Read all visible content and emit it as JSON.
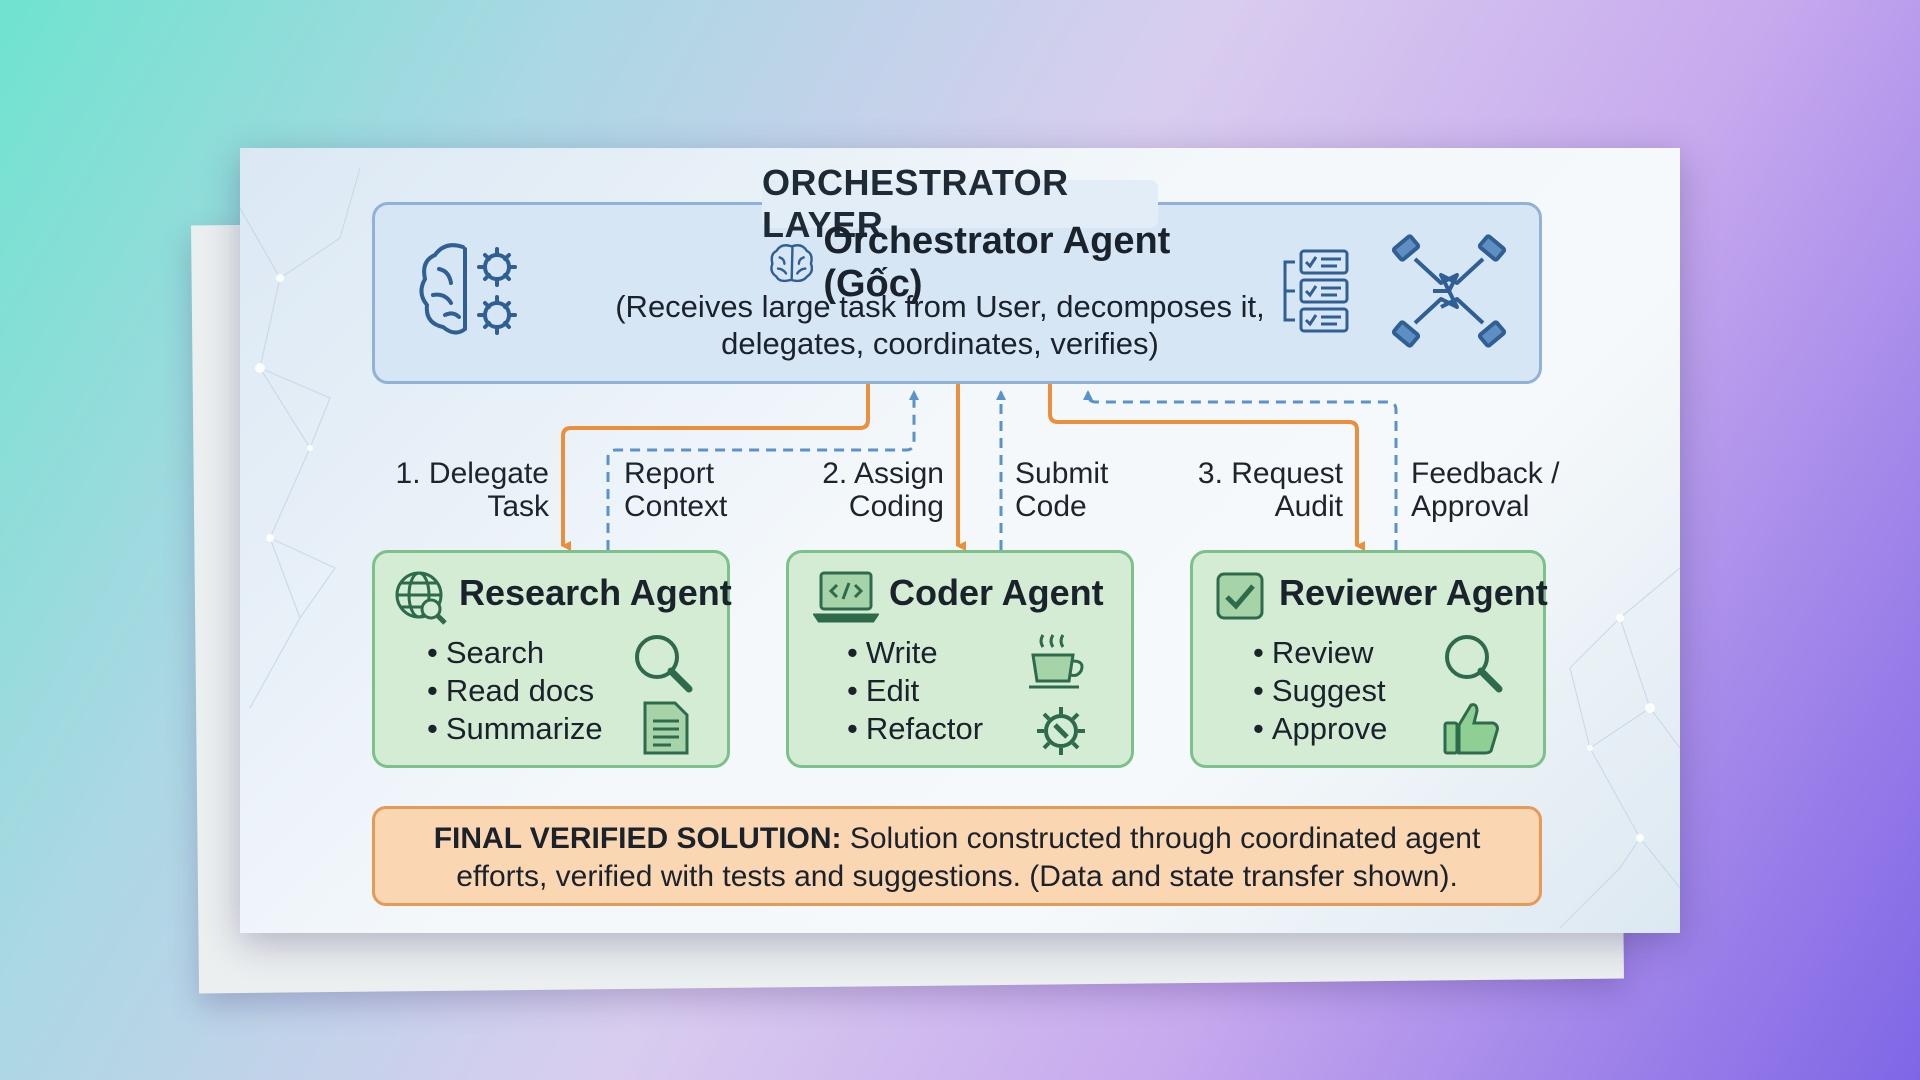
{
  "orchestrator": {
    "layer_title": "ORCHESTRATOR LAYER",
    "name": "Orchestrator Agent (Gốc)",
    "description_line1": "(Receives large task from User, decomposes it,",
    "description_line2": "delegates, coordinates, verifies)"
  },
  "flows": [
    {
      "line1": "1. Delegate",
      "line2": "Task"
    },
    {
      "line1": "Report",
      "line2": "Context"
    },
    {
      "line1": "2. Assign",
      "line2": "Coding"
    },
    {
      "line1": "Submit",
      "line2": "Code"
    },
    {
      "line1": "3. Request",
      "line2": "Audit"
    },
    {
      "line1": "Feedback /",
      "line2": "Approval"
    }
  ],
  "agents": [
    {
      "name": "Research Agent",
      "items": [
        "Search",
        "Read docs",
        "Summarize"
      ]
    },
    {
      "name": "Coder Agent",
      "items": [
        "Write",
        "Edit",
        "Refactor"
      ]
    },
    {
      "name": "Reviewer Agent",
      "items": [
        "Review",
        "Suggest",
        "Approve"
      ]
    }
  ],
  "bullet": "•",
  "final": {
    "label": "FINAL VERIFIED SOLUTION:",
    "text1": "Solution constructed through coordinated agent",
    "text2": "efforts, verified with tests and suggestions. (Data and state transfer shown)."
  },
  "colors": {
    "delegate_arrow": "#ec8f3c",
    "report_arrow": "#5a93c8",
    "agent_border": "#7cc08a",
    "final_border": "#e59a57"
  }
}
